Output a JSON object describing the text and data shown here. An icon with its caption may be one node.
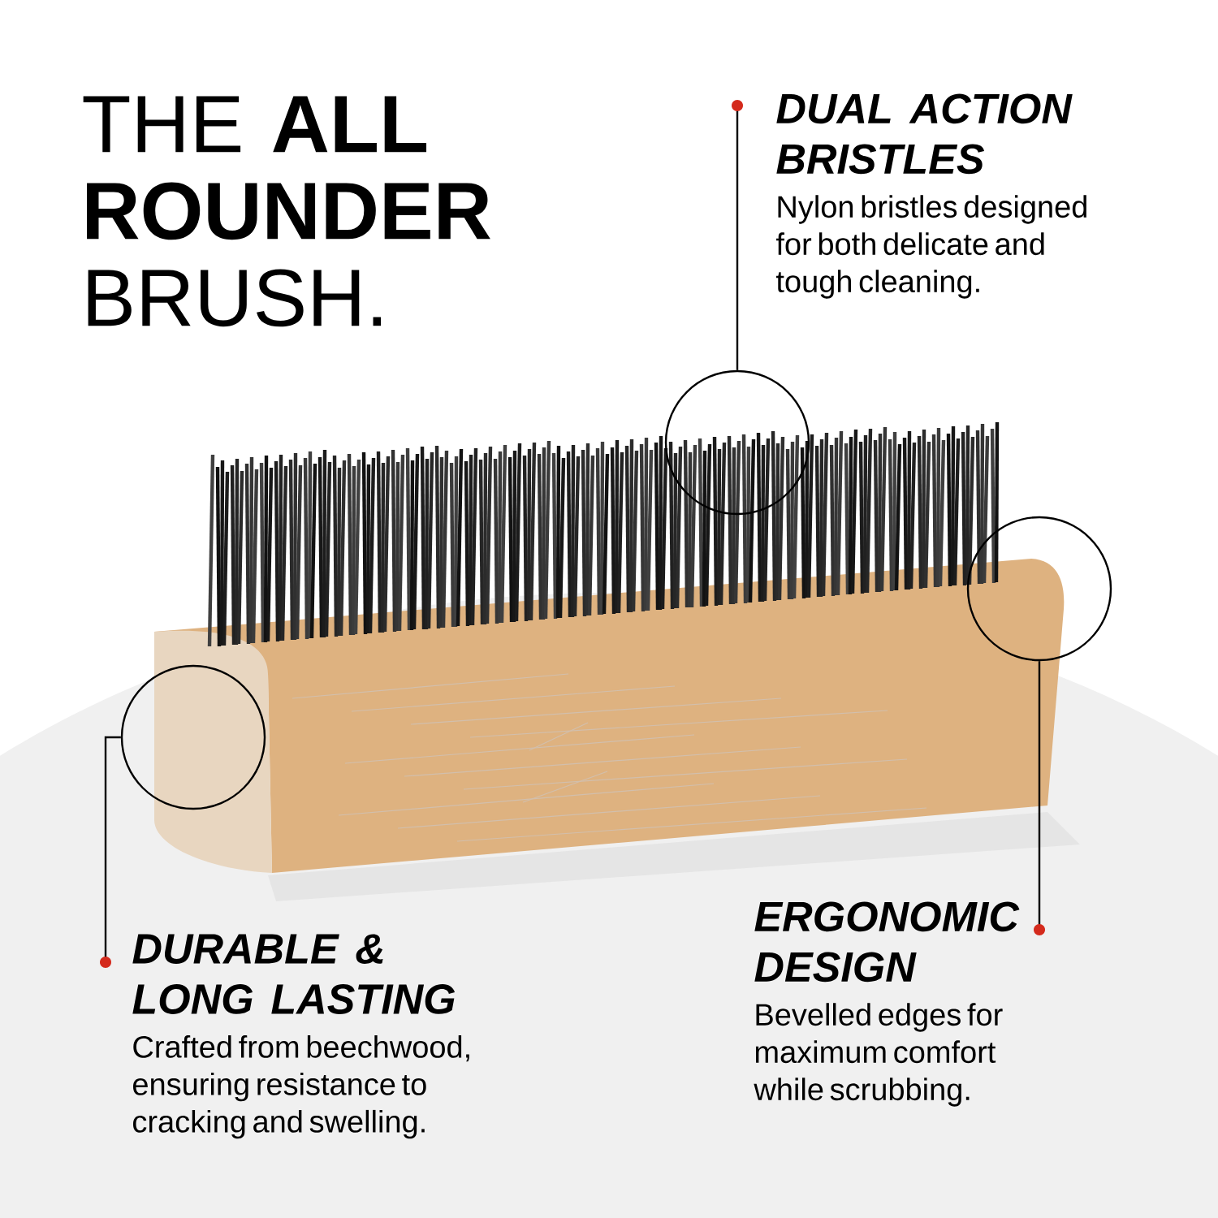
{
  "diagram": {
    "title": "THE **ALL ROUNDER** BRUSH.",
    "nodes": [
      {
        "text": [
          "DUAL ACTION BRISTLES",
          "Nylon bristles designed for both delicate and tough cleaning."
        ]
      },
      {
        "text": [],
        "shape": "circle"
      },
      {
        "text": [],
        "shape": "circle"
      },
      {
        "text": [],
        "shape": "circle"
      },
      {
        "text": [
          "DURABLE & LONG LASTING",
          "Crafted from beechwood, ensuring resistance to cracking and swelling."
        ]
      },
      {
        "text": [
          "ERGONOMIC DESIGN",
          "Bevelled edges for maximum comfort while scrubbing."
        ]
      }
    ],
    "edges": [
      {
        "from": 0,
        "to": 1,
        "arrow": "other"
      },
      {
        "from": 4,
        "to": 3,
        "arrow": "other"
      },
      {
        "from": 5,
        "to": 2,
        "arrow": "other"
      }
    ]
  }
}
